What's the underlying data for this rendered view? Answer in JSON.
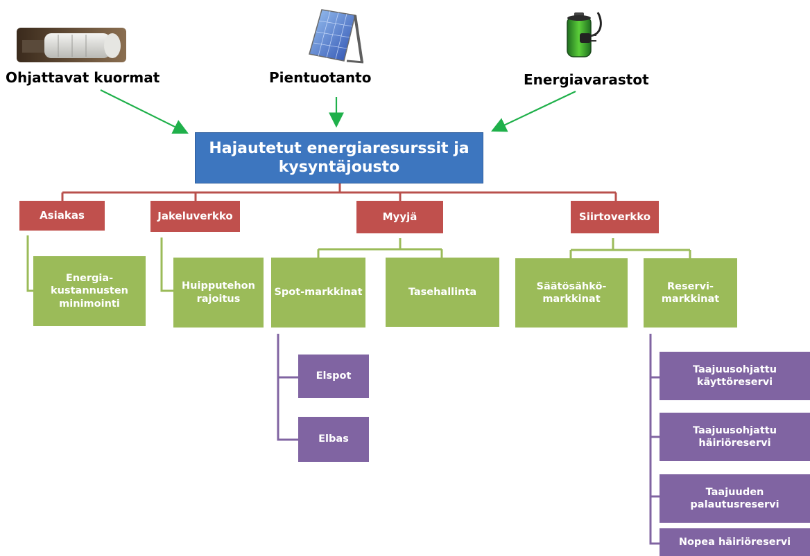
{
  "colors": {
    "root": "#3d76bf",
    "category": "#c0504d",
    "goal": "#9bbb59",
    "market": "#8064a2",
    "red_connector": "#b9504c",
    "green_connector": "#9bbb59",
    "purple_connector": "#8064a2",
    "input_arrow": "#1fb04a"
  },
  "inputs": [
    {
      "label": "Ohjattavat kuormat",
      "icon": "thermostat-valve-icon"
    },
    {
      "label": "Pientuotanto",
      "icon": "solar-panel-icon"
    },
    {
      "label": "Energiavarastot",
      "icon": "battery-plug-icon"
    }
  ],
  "root": {
    "label": "Hajautetut energiaresurssit ja\nkysyntäjousto"
  },
  "categories": {
    "asiakas": {
      "label": "Asiakas",
      "children": [
        {
          "label": "Energia-\nkustannusten\nminimointi"
        }
      ]
    },
    "jakeluverkko": {
      "label": "Jakeluverkko",
      "children": [
        {
          "label": "Huipputehon\nrajoitus"
        }
      ]
    },
    "myyja": {
      "label": "Myyjä",
      "children": [
        {
          "label": "Spot-markkinat",
          "markets": [
            {
              "label": "Elspot"
            },
            {
              "label": "Elbas"
            }
          ]
        },
        {
          "label": "Tasehallinta"
        }
      ]
    },
    "siirtoverkko": {
      "label": "Siirtoverkko",
      "children": [
        {
          "label": "Säätösähkö-\nmarkkinat"
        },
        {
          "label": "Reservi-\nmarkkinat",
          "markets": [
            {
              "label": "Taajuusohjattu\nkäyttöreservi"
            },
            {
              "label": "Taajuusohjattu\nhäiriöreservi"
            },
            {
              "label": "Taajuuden\npalautusreservi"
            },
            {
              "label": "Nopea häiriöreservi"
            }
          ]
        }
      ]
    }
  }
}
